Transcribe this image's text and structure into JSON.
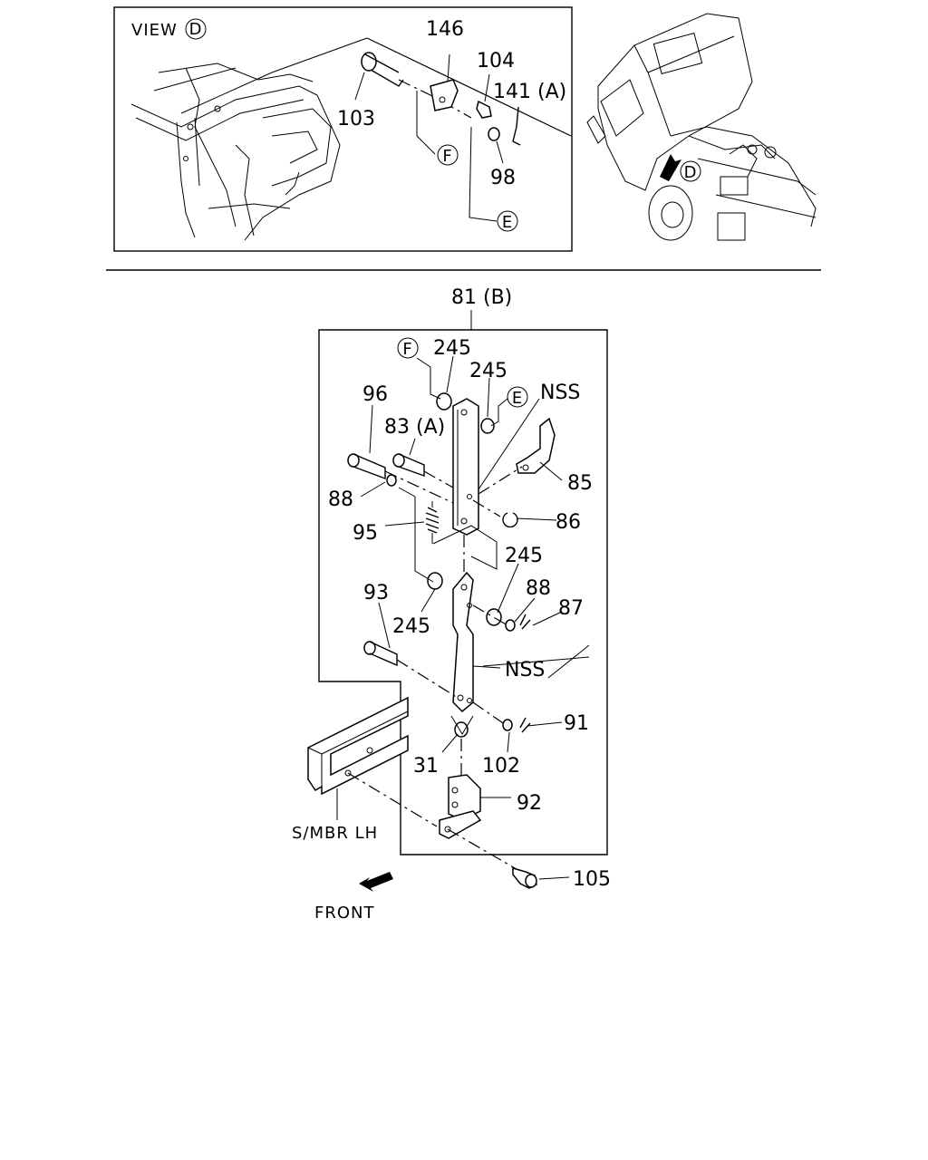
{
  "view_box": {
    "view_word": "VIEW",
    "view_letter": "D"
  },
  "truck_marker": "D",
  "top_labels": {
    "p146": "146",
    "p104": "104",
    "p141": "141 (A)",
    "p103": "103",
    "p98": "98",
    "F": "F",
    "E": "E"
  },
  "main_labels": {
    "assy": "81 (B)",
    "F": "F",
    "E": "E",
    "p245a": "245",
    "p245b": "245",
    "p245c": "245",
    "p245d": "245",
    "nss1": "NSS",
    "nss2": "NSS",
    "p96": "96",
    "p83": "83 (A)",
    "p85": "85",
    "p88a": "88",
    "p88b": "88",
    "p86": "86",
    "p95": "95",
    "p93": "93",
    "p87": "87",
    "p91": "91",
    "p31": "31",
    "p102": "102",
    "p92": "92",
    "p105": "105",
    "smbr": "S/MBR  LH",
    "front": "FRONT"
  },
  "colors": {
    "ink": "#000000",
    "paper": "#ffffff"
  }
}
